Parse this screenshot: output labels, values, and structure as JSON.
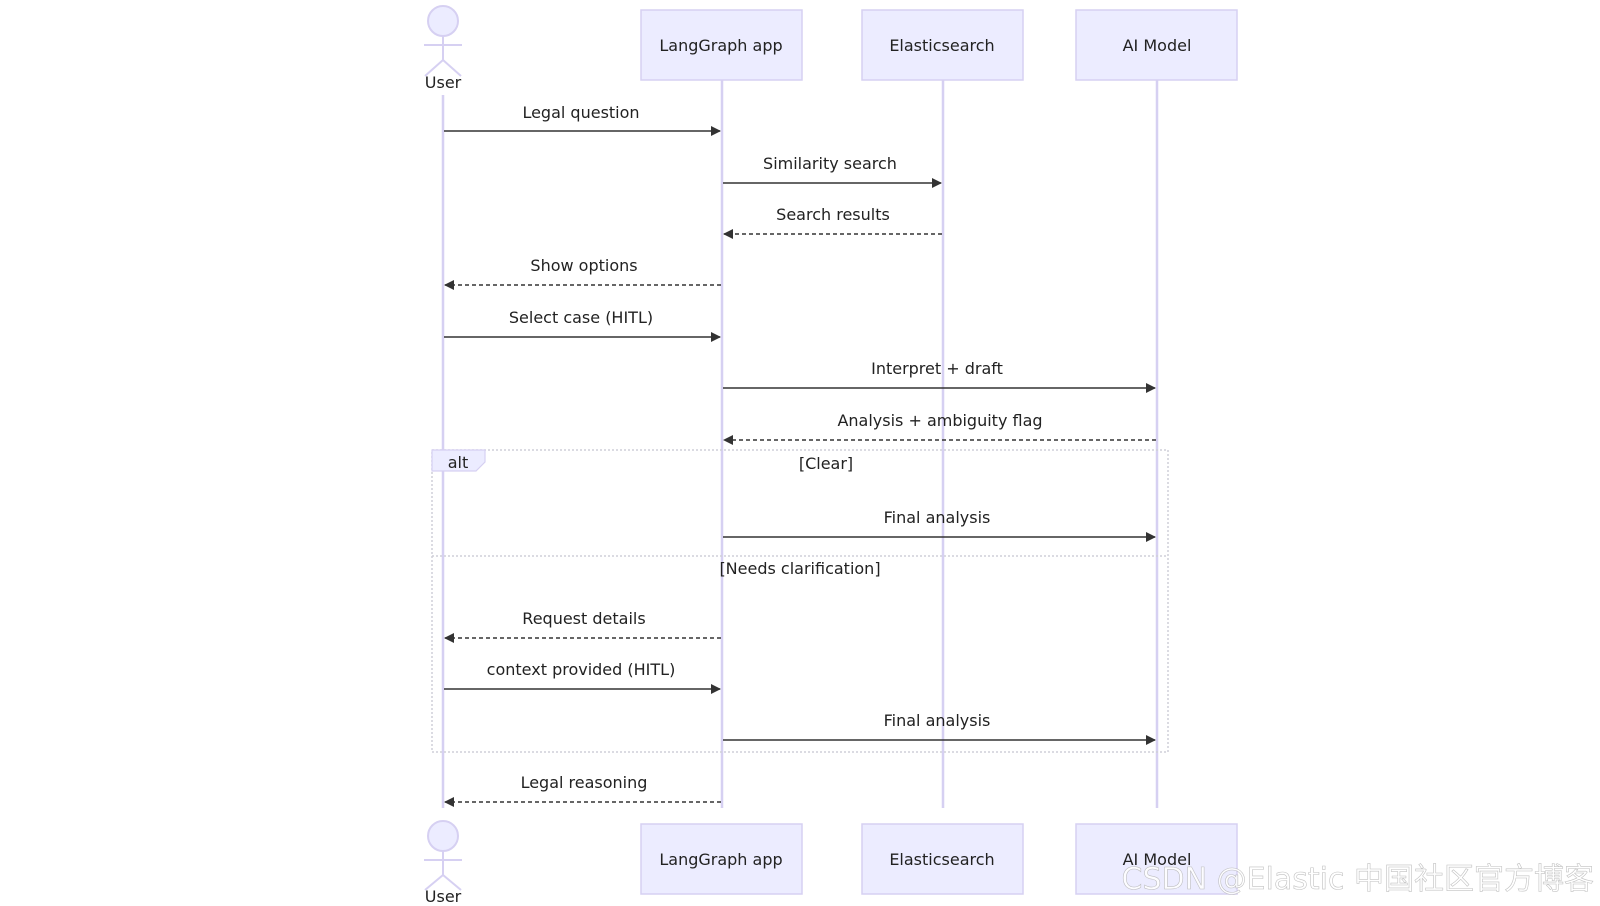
{
  "actors": {
    "user": "User",
    "app": "LangGraph app",
    "es": "Elasticsearch",
    "ai": "AI Model"
  },
  "messages": {
    "m1": "Legal question",
    "m2": "Similarity search",
    "m3": "Search results",
    "m4": "Show options",
    "m5": "Select case (HITL)",
    "m6": "Interpret + draft",
    "m7": "Analysis + ambiguity flag",
    "m8": "Final analysis",
    "m9": "Request details",
    "m10": "context provided (HITL)",
    "m11": "Final analysis",
    "m12": "Legal reasoning"
  },
  "alt_block": {
    "tag": "alt",
    "cond1": "[Clear]",
    "cond2": "[Needs clarification]"
  },
  "watermark": "CSDN @Elastic 中国社区官方博客",
  "colors": {
    "actor_fill": "#ECECFF",
    "actor_stroke": "#D6D0F2",
    "arrow": "#333333"
  }
}
